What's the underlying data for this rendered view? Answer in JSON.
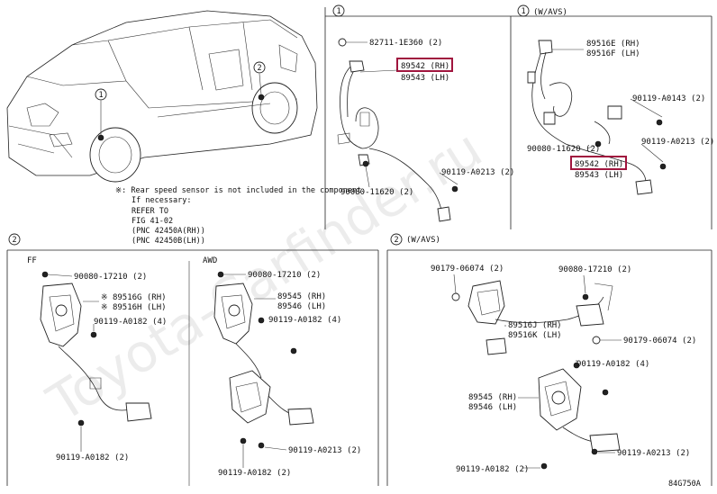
{
  "watermark": "Toyota-Carfinder.ru",
  "figure_code": "84G750A",
  "callouts": {
    "top_mid": "1",
    "top_right": "1",
    "top_right_tag": "(W/AVS)",
    "bottom_left": "2",
    "bottom_right": "2",
    "bottom_right_tag": "(W/AVS)",
    "car_1": "1",
    "car_2": "2"
  },
  "notes": {
    "line1": "※: Rear speed sensor is not included in the component.",
    "line2": "If necessary:",
    "line3": "REFER TO",
    "line4": "FIG 41-02",
    "line5": "(PNC 42450A(RH))",
    "line6": "(PNC 42450B(LH))"
  },
  "section_top_mid": {
    "p1": "82711-1E360 (2)",
    "p2_rh": "89542 (RH)",
    "p2_lh": "89543 (LH)",
    "p3": "90119-A0213 (2)",
    "p4": "90080-11620 (2)"
  },
  "section_top_right": {
    "p1_rh": "89516E (RH)",
    "p1_lh": "89516F (LH)",
    "p2": "90119-A0143 (2)",
    "p3": "90080-11620 (2)",
    "p4": "90119-A0213 (2)",
    "p5_rh": "89542 (RH)",
    "p5_lh": "89543 (LH)"
  },
  "section_bottom_left": {
    "tag_ff": "FF",
    "tag_awd": "AWD",
    "a1": "90080-17210 (2)",
    "a2_rh": "※ 89516G (RH)",
    "a2_lh": "※ 89516H (LH)",
    "a3": "90119-A0182 (4)",
    "a4": "90119-A0182 (2)",
    "b1": "90080-17210 (2)",
    "b2_rh": "89545 (RH)",
    "b2_lh": "89546 (LH)",
    "b3": "90119-A0182 (4)",
    "b4": "90119-A0213 (2)",
    "b5": "90119-A0182 (2)"
  },
  "section_bottom_right": {
    "p1": "90179-06074 (2)",
    "p2": "90080-17210 (2)",
    "p3_rh": "89516J (RH)",
    "p3_lh": "89516K (LH)",
    "p4": "90179-06074 (2)",
    "p5": "90119-A0182 (4)",
    "p6_rh": "89545 (RH)",
    "p6_lh": "89546 (LH)",
    "p7": "90119-A0213 (2)",
    "p8": "90119-A0182 (2)"
  }
}
